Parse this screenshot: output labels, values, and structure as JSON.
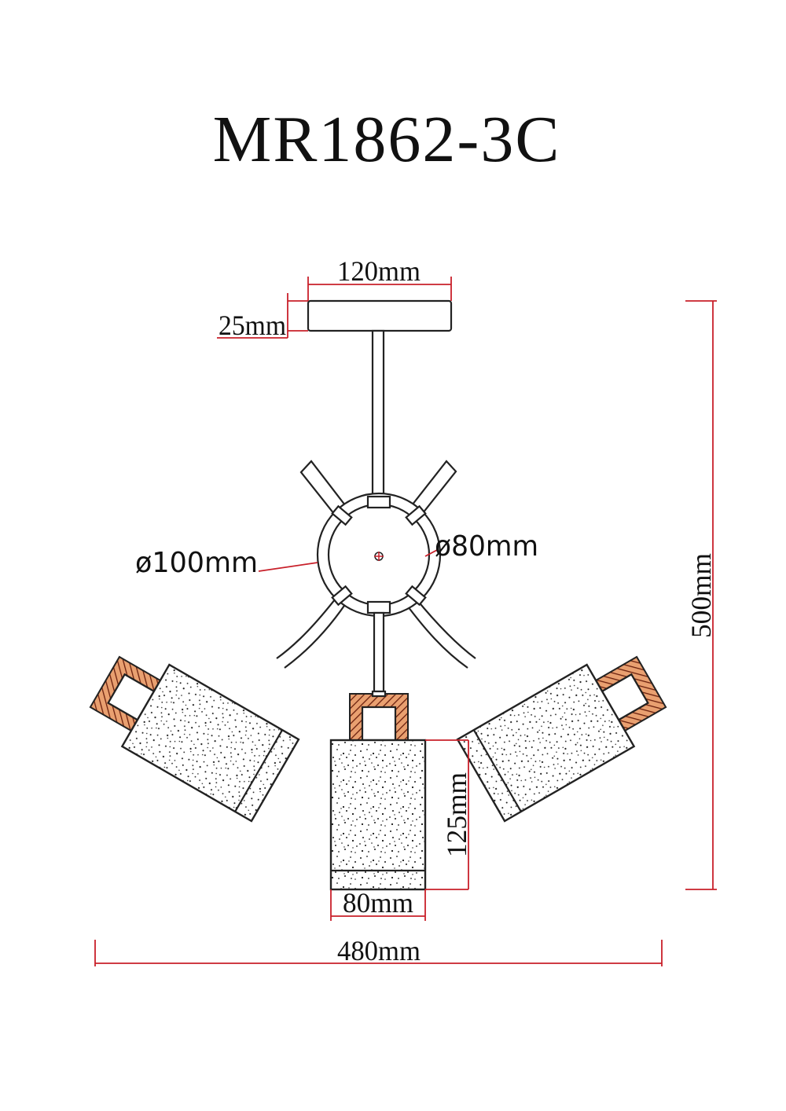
{
  "title": "MR1862-3C",
  "dimensions": {
    "canopy_width": "120mm",
    "canopy_height": "25mm",
    "ring_outer_diameter": "ø100mm",
    "ring_inner_diameter": "ø80mm",
    "total_height": "500mm",
    "shade_height": "125mm",
    "shade_width": "80mm",
    "total_width": "480mm"
  },
  "colors": {
    "line": "#222222",
    "dimension_line": "#c8202a",
    "socket_holder": "#7a2a10"
  }
}
